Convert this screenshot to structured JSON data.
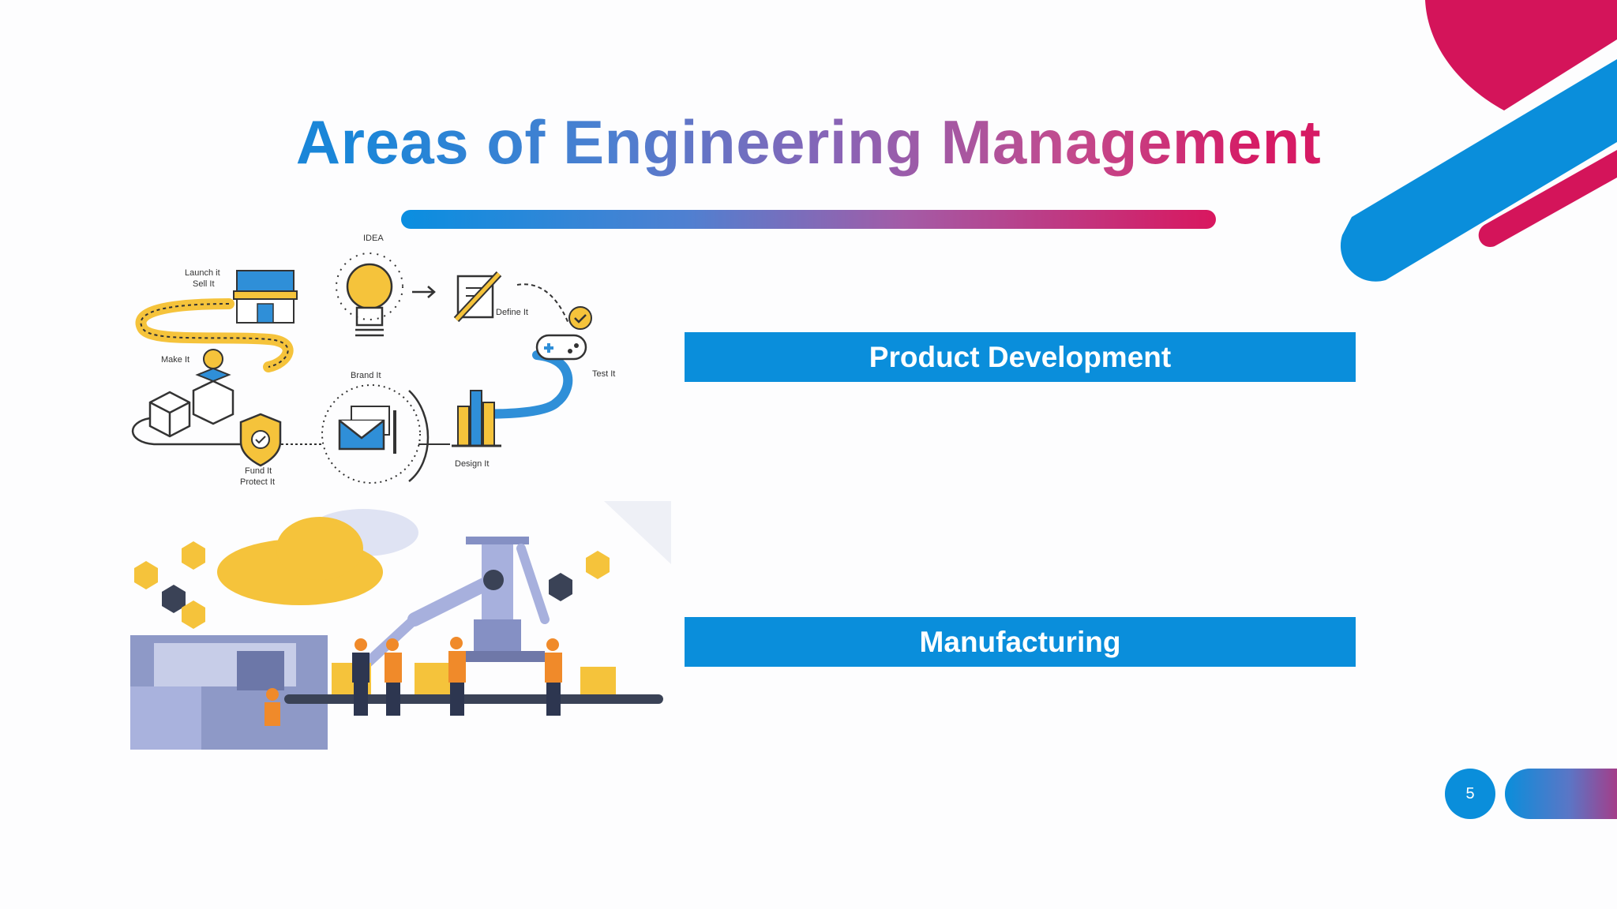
{
  "slide": {
    "title": "Areas of Engineering Management",
    "page_number": "5"
  },
  "boxes": [
    {
      "label": "Product Development"
    },
    {
      "label": "Manufacturing"
    }
  ],
  "illustration_product": {
    "labels": {
      "idea": "IDEA",
      "launch_line1": "Launch it",
      "launch_line2": "Sell It",
      "define": "Define It",
      "make": "Make It",
      "brand": "Brand It",
      "test": "Test It",
      "design": "Design It",
      "fund_line1": "Fund It",
      "fund_line2": "Protect It"
    }
  },
  "colors": {
    "blue": "#0a8edb",
    "magenta": "#d4145a",
    "yellow": "#f5c33b"
  },
  "icons": [
    "lightbulb-icon",
    "store-icon",
    "pen-document-icon",
    "gamepad-icon",
    "shield-icon",
    "envelope-icon",
    "design-tools-icon",
    "box-icon",
    "robot-arm-icon",
    "cloud-icon",
    "factory-worker-icon"
  ]
}
